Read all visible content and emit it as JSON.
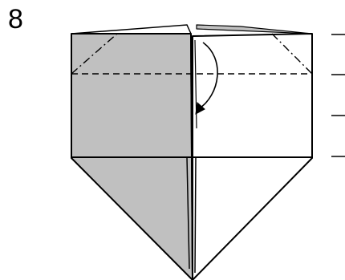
{
  "step": {
    "number": "8"
  },
  "colors": {
    "paper_front": "#ffffff",
    "paper_back": "#c0c0c0",
    "line": "#000000"
  },
  "diagram": {
    "fold_lines": [
      "valley-fold",
      "mountain-fold",
      "mountain-fold"
    ],
    "arrow_icon": "curved-fold-arrow",
    "reference_marks": 4
  }
}
